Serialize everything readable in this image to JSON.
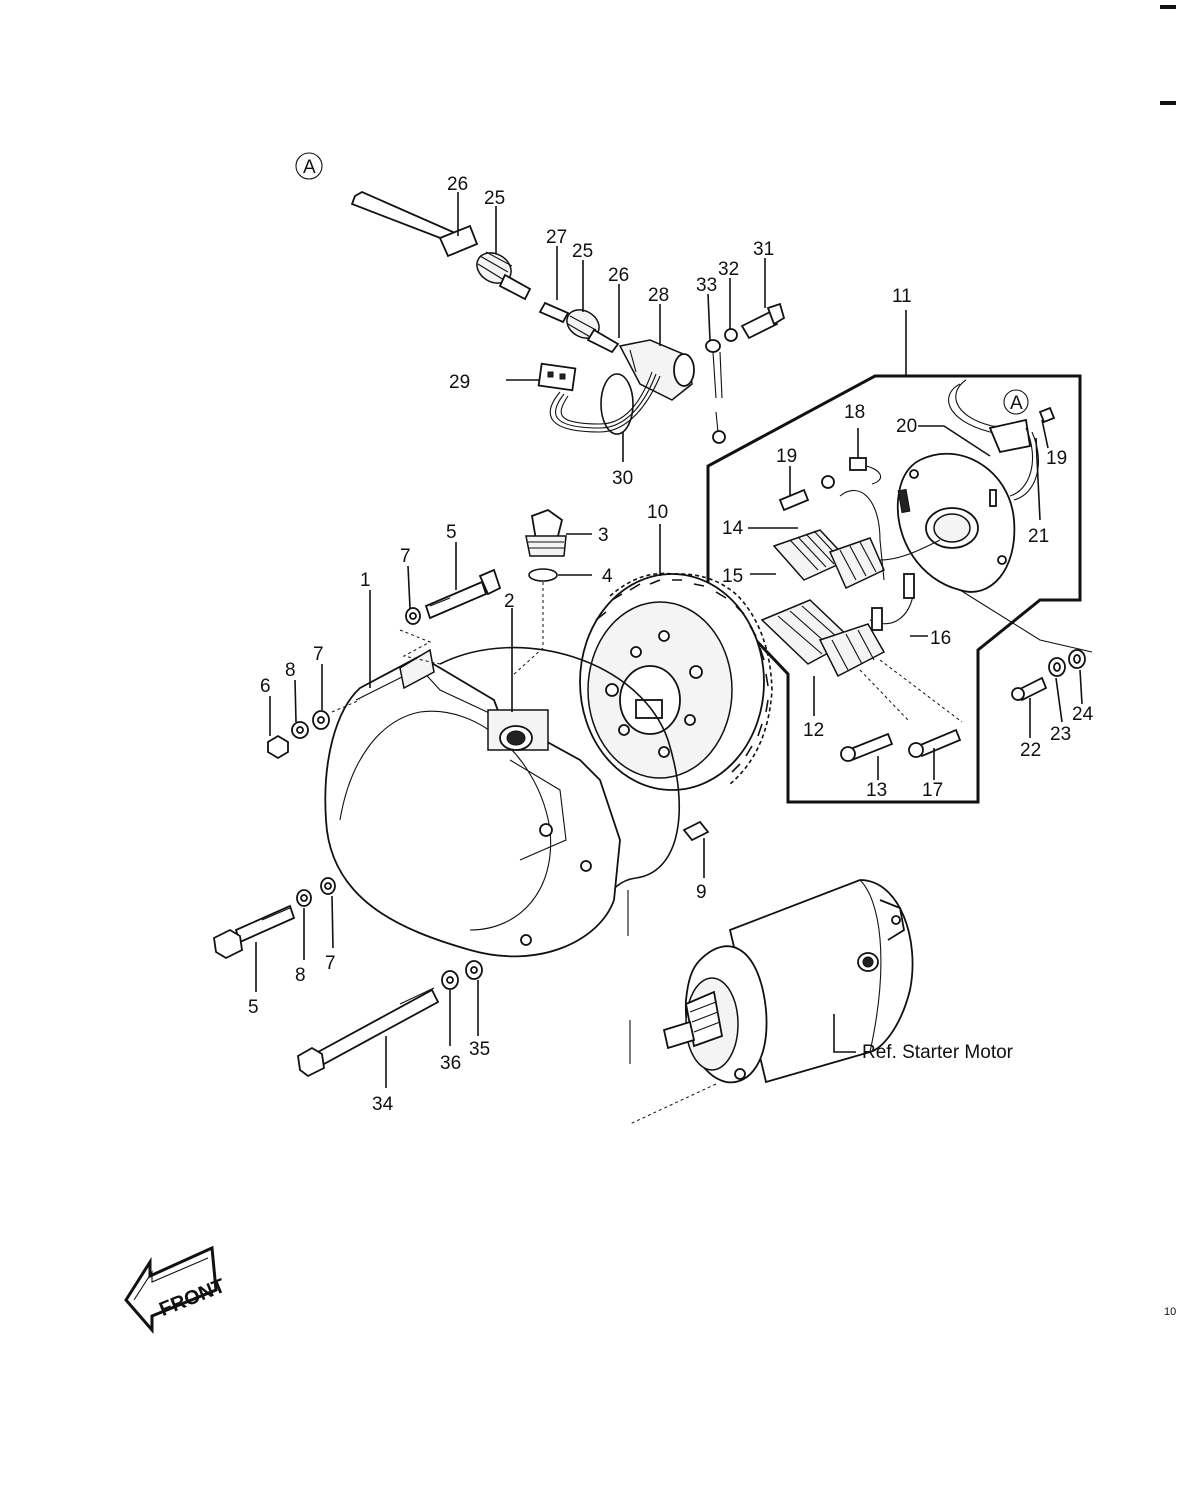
{
  "callouts": {
    "c1": "1",
    "c2": "2",
    "c3": "3",
    "c4": "4",
    "c5a": "5",
    "c5b": "5",
    "c6": "6",
    "c7a": "7",
    "c7b": "7",
    "c7c": "7",
    "c8a": "8",
    "c8b": "8",
    "c9": "9",
    "c10": "10",
    "c11": "11",
    "c12": "12",
    "c13": "13",
    "c14": "14",
    "c15": "15",
    "c16": "16",
    "c17": "17",
    "c18": "18",
    "c19a": "19",
    "c19b": "19",
    "c20": "20",
    "c21": "21",
    "c22": "22",
    "c23": "23",
    "c24": "24",
    "c25a": "25",
    "c25b": "25",
    "c26a": "26",
    "c26b": "26",
    "c27": "27",
    "c28": "28",
    "c29": "29",
    "c30": "30",
    "c31": "31",
    "c32": "32",
    "c33": "33",
    "c34": "34",
    "c35": "35",
    "c36": "36"
  },
  "connector_marks": {
    "a1": "A",
    "a2": "A"
  },
  "reference_label": "Ref. Starter Motor",
  "front_arrow_label": "FRONT",
  "page_number": "10",
  "icons": [
    "front-direction-arrow-icon",
    "connector-a-marker-icon"
  ]
}
